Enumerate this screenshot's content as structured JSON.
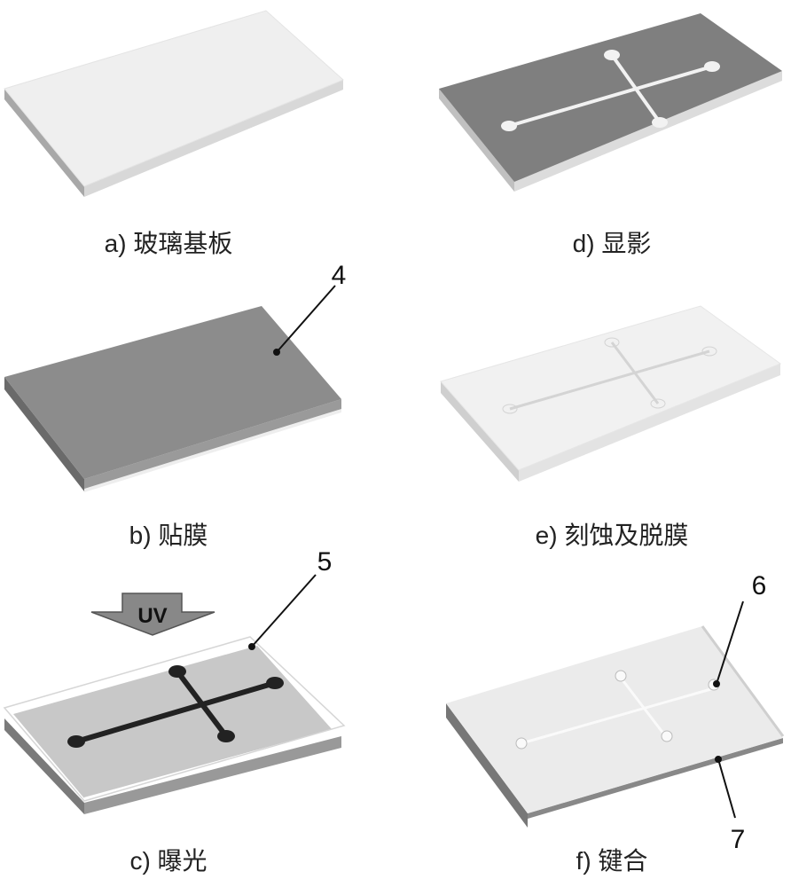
{
  "panels": {
    "a": {
      "label": "a) 玻璃基板"
    },
    "b": {
      "label": "b) 贴膜"
    },
    "c": {
      "label": "c) 曝光",
      "arrow_text": "UV"
    },
    "d": {
      "label": "d) 显影"
    },
    "e": {
      "label": "e) 刻蚀及脱膜"
    },
    "f": {
      "label": "f) 键合"
    }
  },
  "callouts": {
    "film": "4",
    "mask": "5",
    "port": "6",
    "cover": "7"
  },
  "colors": {
    "glass": "#eeeeee",
    "film": "#8c8c8c",
    "mask": "#c8c8c8",
    "channel": "#222222"
  }
}
